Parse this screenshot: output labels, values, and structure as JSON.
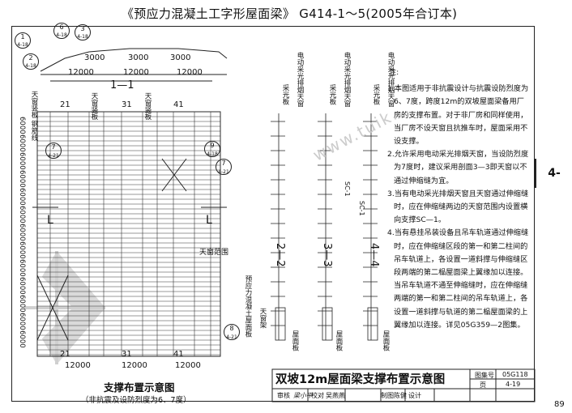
{
  "header": {
    "title": "《预应力混凝土工字形屋面梁》 G414-1～5(2005年合订本)"
  },
  "side_tab": {
    "label": "4-"
  },
  "page_number": "89",
  "plan": {
    "section_label": "1—1",
    "bubbles": [
      "1",
      "6",
      "2",
      "3"
    ],
    "bubble_subs": [
      "4-18",
      "4-18",
      "4-18",
      "4-18"
    ],
    "top_spans": [
      "3000",
      "3000",
      "3000"
    ],
    "bay_dims": [
      "12000",
      "12000",
      "12000"
    ],
    "axis_labels": [
      "21",
      "31",
      "41"
    ],
    "top_vertical_notes": [
      "天窗竖板\n钢筋线",
      "天窗竖板",
      "天窗竖板"
    ],
    "left_dims": [
      "6000",
      "6000",
      "6000",
      "6000",
      "6000",
      "6000",
      "6000",
      "6000",
      "6000",
      "6000",
      "6000",
      "6000",
      "6000"
    ],
    "cut_marks": [
      "L",
      "L"
    ],
    "skylight_range": "天窗范围",
    "detail_ref_1": {
      "num": "7",
      "sub": "4-21"
    },
    "detail_ref_2": {
      "num": "9",
      "sub": "4-18"
    },
    "detail_ref_3": {
      "num": "7",
      "sub": "4-21"
    },
    "detail_ref_4": {
      "num": "8",
      "sub": "4-21"
    },
    "bottom_note": "预应力混凝土屋面板",
    "bottom_note_2": "天窗架"
  },
  "sections": [
    {
      "label": "2—2",
      "notes": [
        "采光板",
        "电动采光排烟天窗"
      ],
      "bottom": "屋面板"
    },
    {
      "label": "3—3",
      "notes": [
        "采光板",
        "电动采光排烟天窗"
      ],
      "bottom": "屋面板"
    },
    {
      "label": "4—4",
      "notes": [
        "采光板",
        "电动采光排烟天窗"
      ],
      "bottom": "屋面板"
    }
  ],
  "section_3_tag": "SC-1",
  "section_4_tag": "SC-1",
  "notes": {
    "heading": "注:",
    "items": [
      "1.本图适用于非抗震设计与抗震设防烈度为6、7度，跨度12m的双坡屋面梁备用厂房的支撑布置。对于非厂房和同样使用，当厂房不设天窗且抗推车时，屋面采用不设支撑。",
      "2.允许采用电动采光排烟天窗，当设防烈度为7度时，建议采用剖面3—3即天窗以不通过伸缩缝为宜。",
      "3.当有电动采光排烟天窗且天窗通过伸缩缝时，应在伸缩缝两边的天窗范围内设置横向支撑SC—1。",
      "4.当有悬挂吊装设备且吊车轨道通过伸缩缝时，应在伸缩缝区段的第一和第二柱间的吊车轨道上，各设置一道斜撑与伸缩缝区段两端的第二榀屋面梁上翼缘加以连接。当吊车轨道不通至伸缩缝时，应在伸缩缝两端的第一和第二柱间的吊车轨道上，各设置一道斜撑与轨道的第二榀屋面梁的上翼缘加以连接。详见05G359—2图集。"
    ]
  },
  "caption": {
    "title": "支撑布置示意图",
    "subtitle": "（非抗震及设防烈度为6、7度）"
  },
  "title_block": {
    "main": "双坡12m屋面梁支撑布置示意图",
    "atlas_label": "图集号",
    "atlas_no": "05G118",
    "page_label": "页",
    "page_no": "4-19",
    "review": "审核",
    "check": "校对",
    "design": "设计",
    "review_name": "梁小平",
    "check_name": "吴燕燕",
    "draw_label": "制图",
    "draw_name": "陈健"
  },
  "watermark": "www.tuik...",
  "colors": {
    "ink": "#1a1a1a",
    "watermark": "#c9c9c9"
  }
}
